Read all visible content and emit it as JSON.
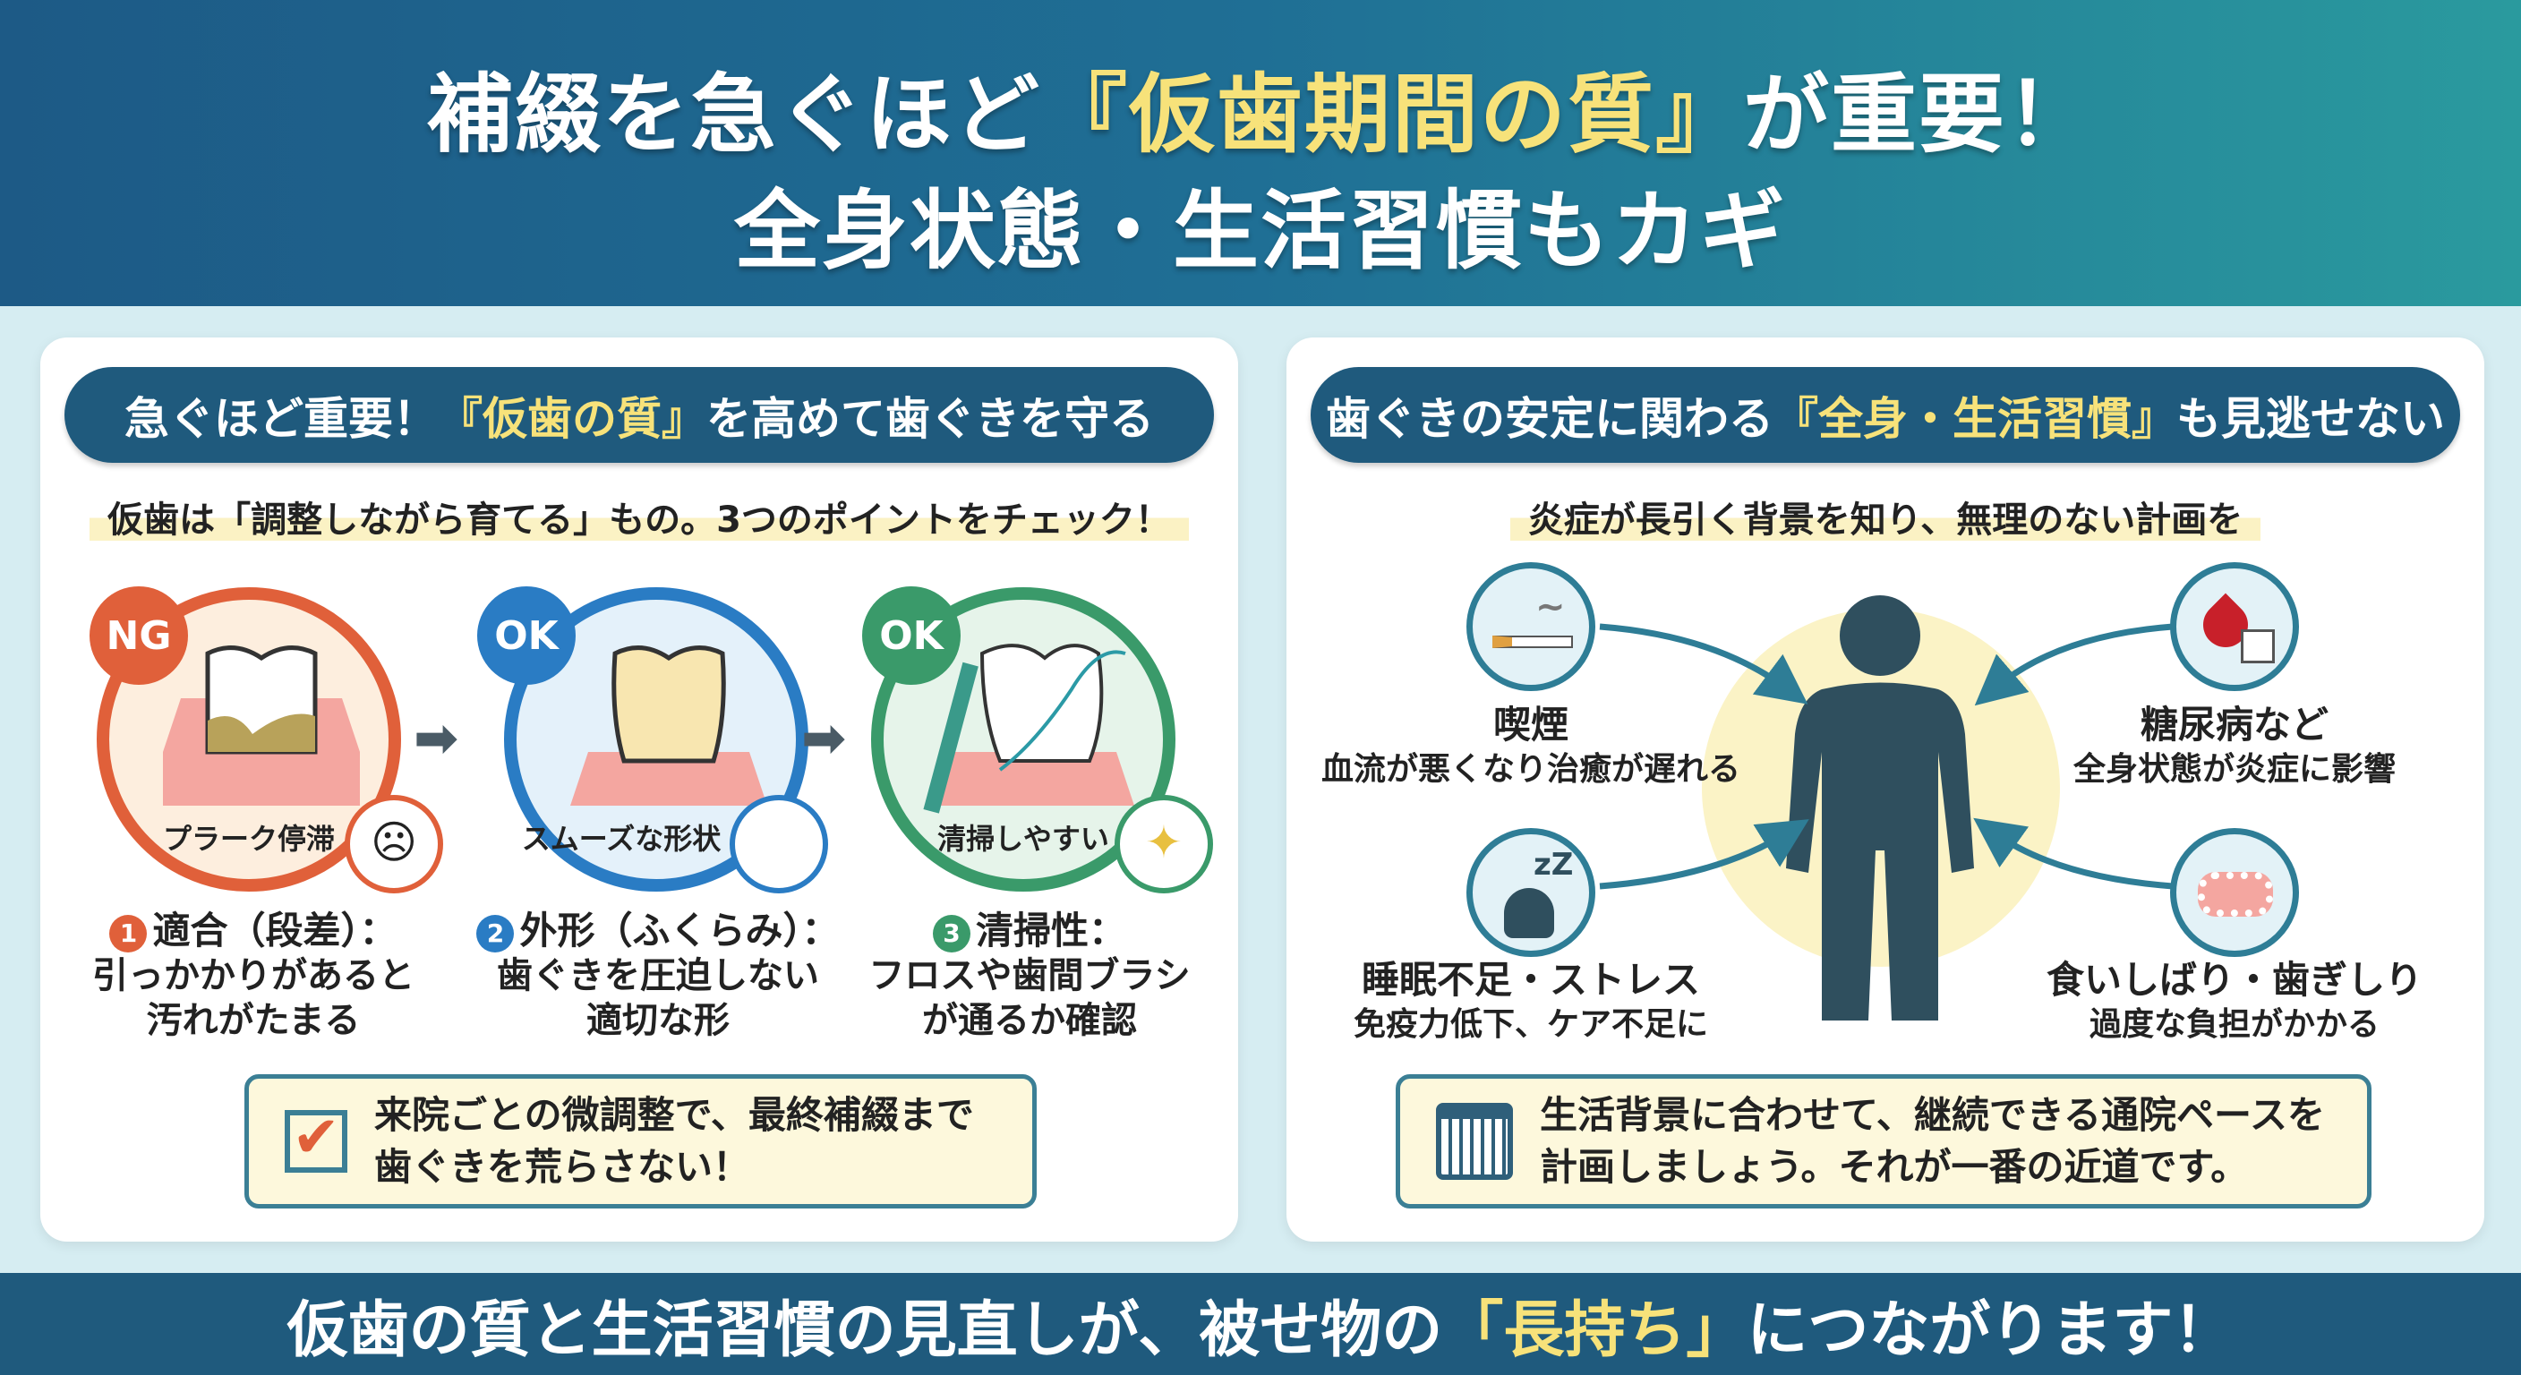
{
  "header": {
    "line1_pre": "補綴を急ぐほど",
    "line1_hl": "『仮歯期間の質』",
    "line1_post": "が重要！",
    "line2": "全身状態・生活習慣もカギ"
  },
  "left": {
    "pill_pre": "急ぐほど重要！",
    "pill_hl": "『仮歯の質』",
    "pill_post": "を高めて歯ぐきを守る",
    "subtitle": "仮歯は「調整しながら育てる」もの。3つのポイントをチェック！",
    "points": [
      {
        "badge": "NG",
        "caption": "プラーク停滞",
        "num": "1",
        "title": "適合（段差）：",
        "desc1": "引っかかりがあると",
        "desc2": "汚れがたまる"
      },
      {
        "badge": "OK",
        "caption": "スムーズな形状",
        "num": "2",
        "title": "外形（ふくらみ）：",
        "desc1": "歯ぐきを圧迫しない",
        "desc2": "適切な形"
      },
      {
        "badge": "OK",
        "caption": "清掃しやすい",
        "num": "3",
        "title": "清掃性：",
        "desc1": "フロスや歯間ブラシ",
        "desc2": "が通るか確認"
      }
    ],
    "callout1": "来院ごとの微調整で、最終補綴まで",
    "callout2": "歯ぐきを荒らさない！"
  },
  "right": {
    "pill_pre": "歯ぐきの安定に関わる",
    "pill_hl": "『全身・生活習慣』",
    "pill_post": "も見逃せない",
    "subtitle": "炎症が長引く背景を知り、無理のない計画を",
    "factors": [
      {
        "icon": "cigarette-icon",
        "title": "喫煙",
        "desc": "血流が悪くなり治癒が遅れる"
      },
      {
        "icon": "blood-sugar-icon",
        "title": "糖尿病など",
        "desc": "全身状態が炎症に影響"
      },
      {
        "icon": "sleep-icon",
        "title": "睡眠不足・ストレス",
        "desc": "免疫力低下、ケア不足に"
      },
      {
        "icon": "teeth-icon",
        "title": "食いしばり・歯ぎしり",
        "desc": "過度な負担がかかる"
      }
    ],
    "callout1": "生活背景に合わせて、継続できる通院ペースを",
    "callout2": "計画しましょう。それが一番の近道です。"
  },
  "footer": {
    "pre": "仮歯の質と生活習慣の見直しが、被せ物の",
    "hl": "「長持ち」",
    "post": "につながります！"
  },
  "colors": {
    "ng": "#e0603a",
    "ok_blue": "#2a7cc4",
    "ok_green": "#3a9a6a",
    "navy": "#1f5a7d"
  }
}
